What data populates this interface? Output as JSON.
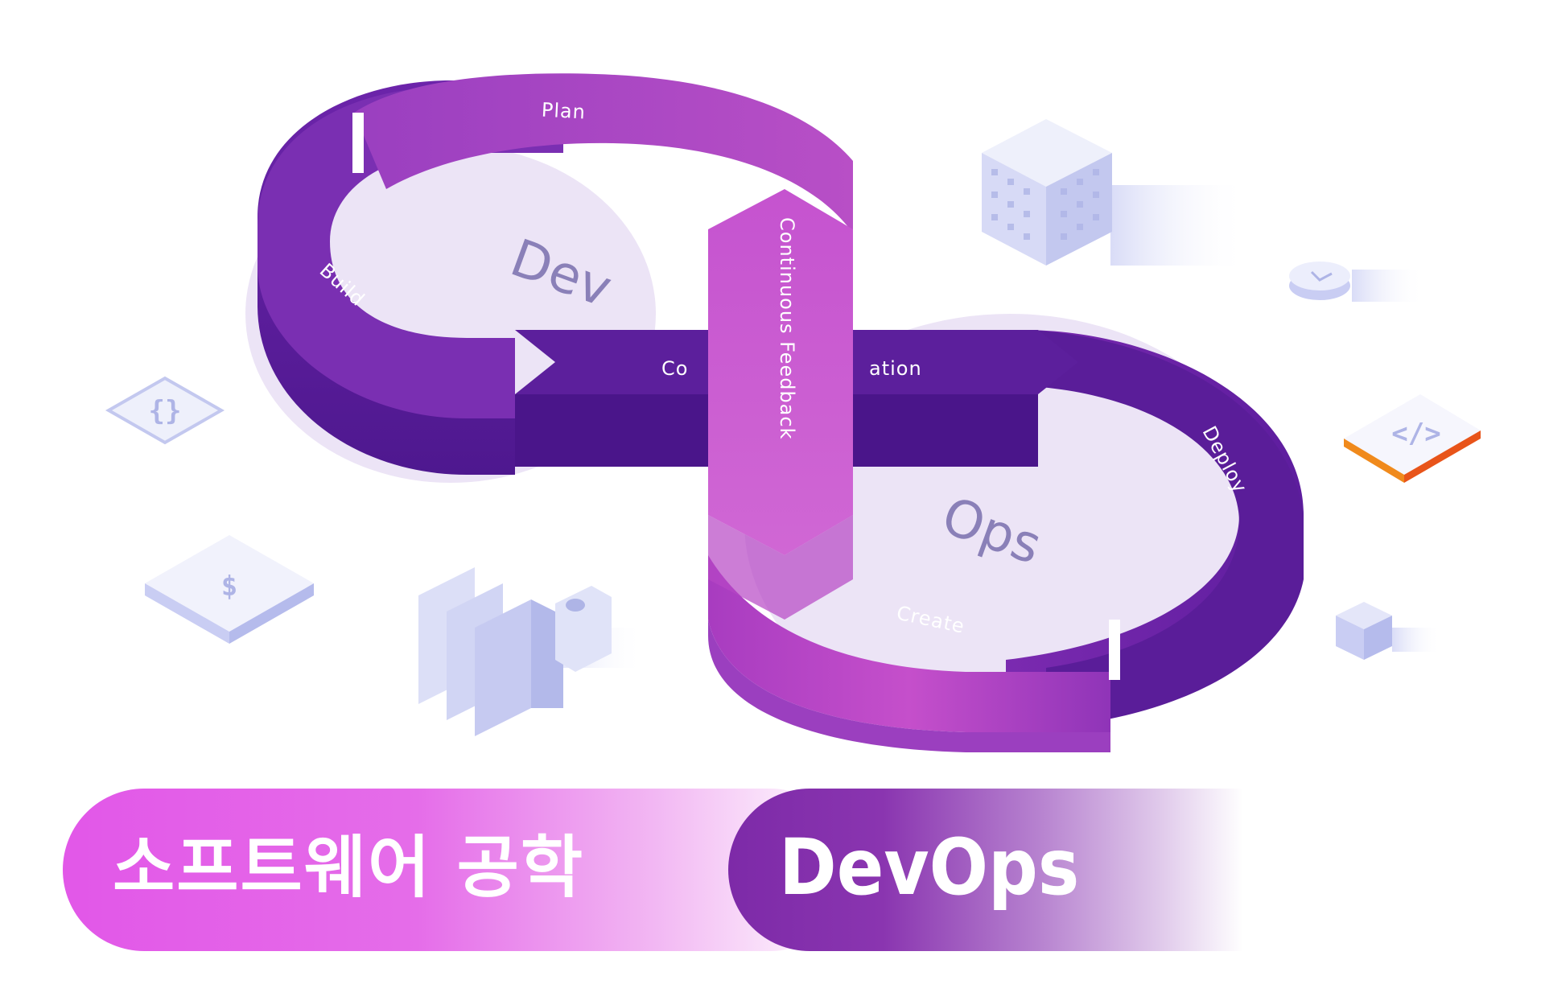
{
  "diagram": {
    "halves": {
      "left": "Dev",
      "right": "Ops"
    },
    "stages": {
      "plan": "Plan",
      "build": "Build",
      "continuous_integration_start": "Co",
      "continuous_integration_end": "ation",
      "continuous_feedback": "Continuous Feedback",
      "deploy": "Deploy",
      "create": "Create"
    },
    "icons": [
      "curly-braces-icon",
      "dollar-icon",
      "code-tag-icon",
      "clock-icon",
      "server-cube-icon",
      "database-blocks-icon",
      "small-cube-icon"
    ],
    "icon_glyphs": {
      "curly_braces": "{}",
      "dollar": "$",
      "code_tag": "</>"
    }
  },
  "banner": {
    "title": "소프트웨어 공학",
    "subtitle": "DevOps"
  },
  "colors": {
    "purple_dark": "#5b1f9e",
    "purple_mid": "#7a2ab0",
    "magenta": "#c24fc8",
    "banner_pink": "#e257e8",
    "banner_purple": "#7d2aa8",
    "icon_lavender": "#c9cdf3",
    "accent_orange": "#f08a1c"
  }
}
